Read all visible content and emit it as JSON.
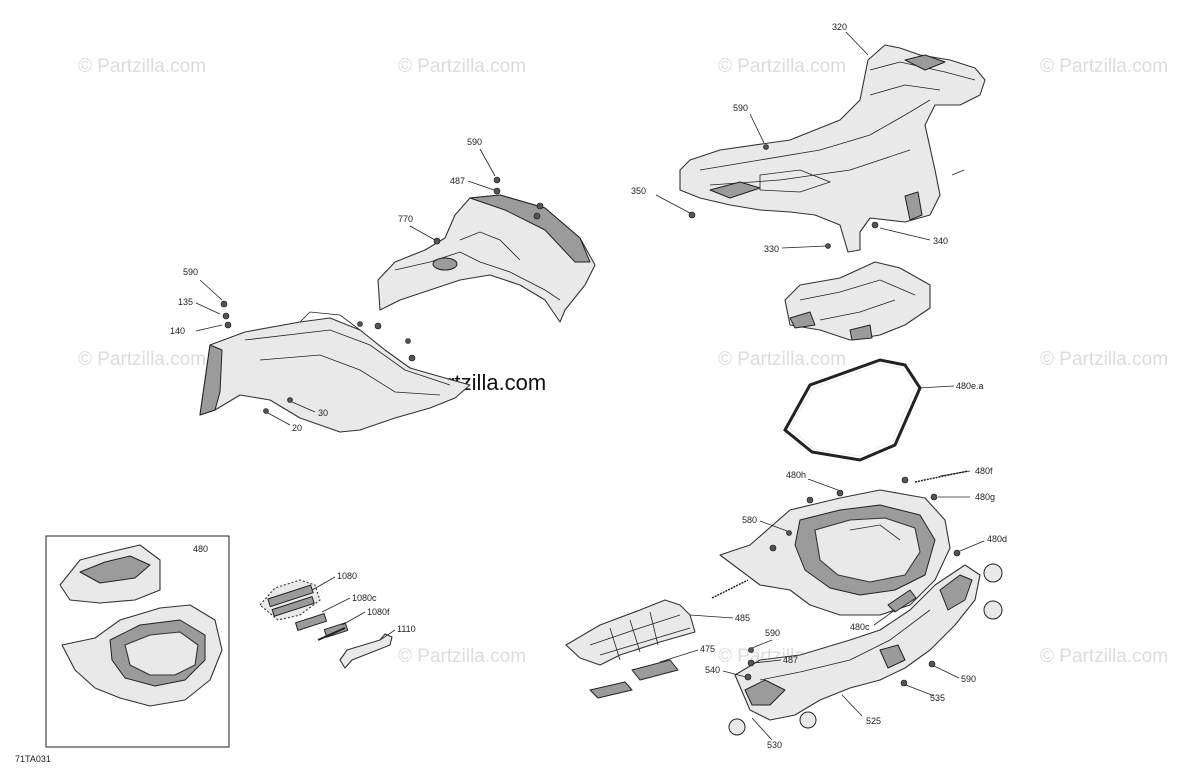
{
  "watermark": "© Partzilla.com",
  "brand": "© Partzilla.com",
  "diagram_ref": "71TA031",
  "inset_label": "480",
  "callouts": {
    "c20": "20",
    "c30": "30",
    "c135": "135",
    "c140": "140",
    "c590a": "590",
    "c590b": "590",
    "c590c": "590",
    "c590d": "590",
    "c590e": "590",
    "c487a": "487",
    "c487b": "487",
    "c770": "770",
    "c320": "320",
    "c350": "350",
    "c330": "330",
    "c340": "340",
    "c480ea": "480e.a",
    "c480h": "480h",
    "c480f": "480f",
    "c480g": "480g",
    "c580": "580",
    "c480d": "480d",
    "c480c": "480c",
    "c485": "485",
    "c475": "475",
    "c540": "540",
    "c535": "535",
    "c525": "525",
    "c530": "530",
    "c1080": "1080",
    "c1080c": "1080c",
    "c1080f": "1080f",
    "c1110": "1110"
  }
}
